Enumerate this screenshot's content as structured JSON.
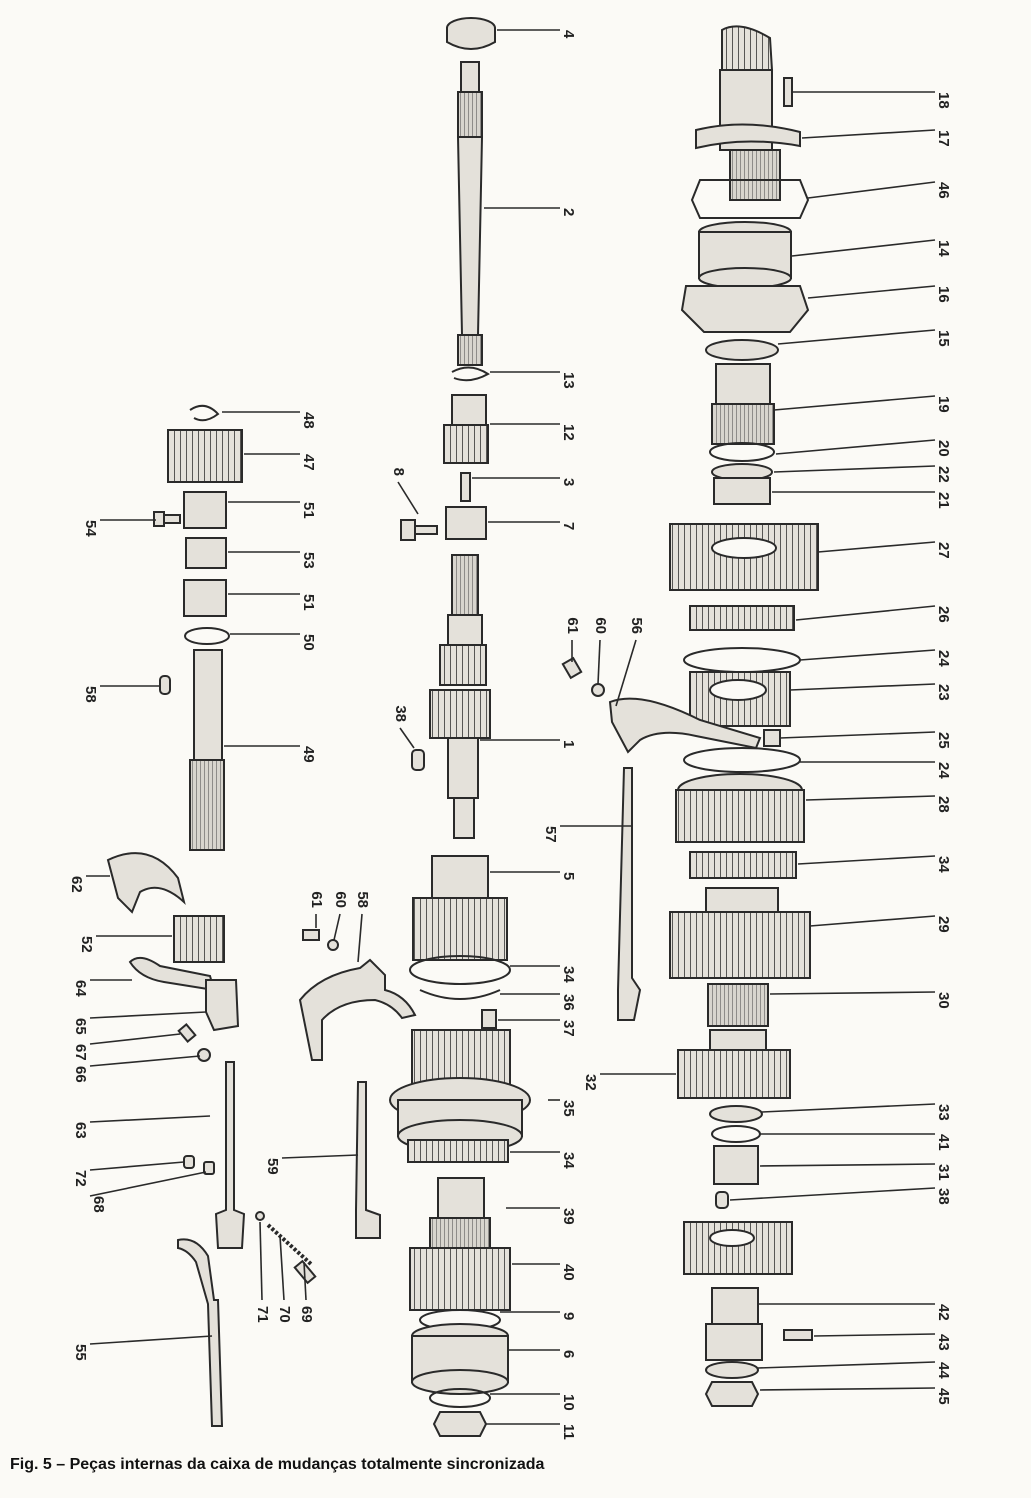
{
  "figure": {
    "caption": "Fig. 5 – Peças internas da caixa de mudanças totalmente sincronizada"
  },
  "colors": {
    "ink": "#2a2a2a",
    "paper": "#fbfaf6",
    "part_fill": "#e4e1da"
  },
  "callouts": [
    "4",
    "2",
    "13",
    "12",
    "3",
    "8",
    "7",
    "1",
    "38",
    "5",
    "34",
    "36",
    "37",
    "35",
    "34",
    "39",
    "40",
    "9",
    "6",
    "10",
    "11",
    "61",
    "60",
    "58",
    "59",
    "71",
    "70",
    "69",
    "48",
    "47",
    "54",
    "51",
    "53",
    "51",
    "50",
    "58",
    "49",
    "62",
    "52",
    "64",
    "65",
    "67",
    "66",
    "63",
    "72",
    "68",
    "55",
    "18",
    "17",
    "46",
    "14",
    "16",
    "15",
    "19",
    "20",
    "22",
    "21",
    "27",
    "26",
    "24",
    "23",
    "25",
    "24",
    "28",
    "34",
    "29",
    "30",
    "32",
    "33",
    "41",
    "31",
    "38",
    "42",
    "43",
    "44",
    "45",
    "61",
    "60",
    "56",
    "57"
  ]
}
